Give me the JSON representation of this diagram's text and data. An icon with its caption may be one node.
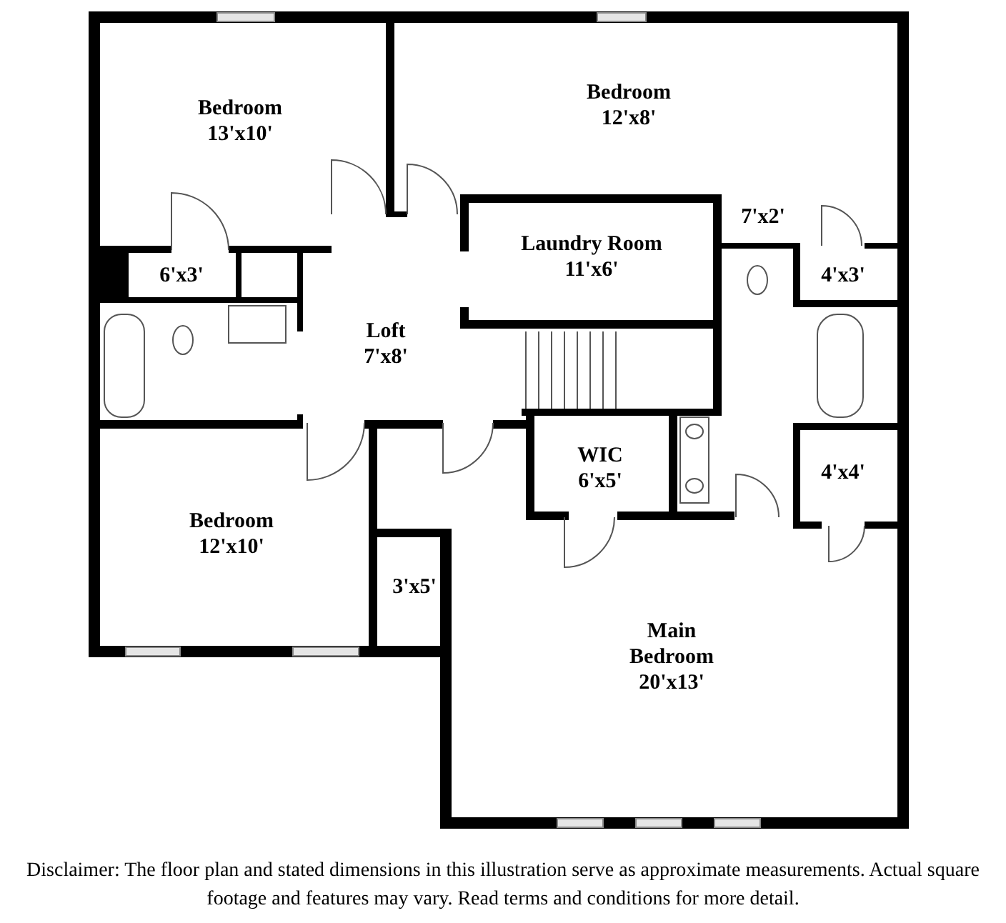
{
  "diagram": {
    "nodes": [
      {
        "text": [
          "Bedroom",
          "13'x10'"
        ]
      },
      {
        "text": [
          "Bedroom",
          "12'x8'"
        ]
      },
      {
        "text": [
          "Laundry Room",
          "11'x6'"
        ]
      },
      {
        "text": [
          "7'x2'"
        ]
      },
      {
        "text": [
          "6'x3'"
        ]
      },
      {
        "text": [
          "4'x3'"
        ]
      },
      {
        "text": [
          "Loft",
          "7'x8'"
        ]
      },
      {
        "text": [
          "WIC",
          "6'x5'"
        ]
      },
      {
        "text": [
          "4'x4'"
        ]
      },
      {
        "text": [
          "Bedroom",
          "12'x10'"
        ]
      },
      {
        "text": [
          "3'x5'"
        ]
      },
      {
        "text": [
          "Main Bedroom",
          "20'x13'"
        ]
      }
    ],
    "caption": "Disclaimer: The floor plan and stated dimensions in this illustration serve as approximate measurements. Actual square footage and features may vary. Read terms and conditions for more detail."
  }
}
